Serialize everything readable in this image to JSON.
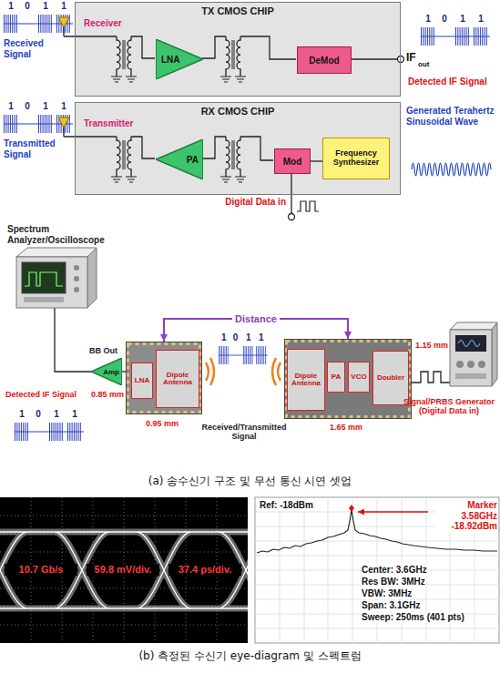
{
  "diagram": {
    "nodes": [
      {
        "text": [
          "TX CMOS CHIP"
        ]
      },
      {
        "text": [
          "LNA"
        ],
        "in": 0
      },
      {
        "text": [
          "DeMod"
        ],
        "in": 0
      },
      {
        "text": [
          "RX CMOS CHIP"
        ]
      },
      {
        "text": [
          "PA"
        ],
        "in": 3
      },
      {
        "text": [
          "Mod"
        ],
        "in": 3
      },
      {
        "text": [
          "Frequency Synthesizer"
        ],
        "in": 3
      },
      {
        "text": [
          "Amp"
        ]
      },
      {
        "text": []
      },
      {
        "text": [
          "LNA"
        ],
        "in": 8
      },
      {
        "text": [
          "Dipole Antenna"
        ],
        "in": 8
      },
      {
        "text": []
      },
      {
        "text": [
          "Dipole Antenna"
        ],
        "in": 11
      },
      {
        "text": [
          "PA"
        ],
        "in": 11
      },
      {
        "text": [
          "VCO"
        ],
        "in": 11
      },
      {
        "text": [
          "Doubler"
        ],
        "in": 11
      }
    ],
    "edges": [
      {
        "from": 6,
        "to": 5,
        "arrow": "none"
      },
      {
        "from": 8,
        "to": 7,
        "arrow": "none"
      },
      {
        "from": 8,
        "to": 11,
        "label": "Distance",
        "arrow": "both"
      }
    ],
    "labels": [
      "1",
      "0",
      "1",
      "1",
      "Received Signal",
      "Receiver",
      "1",
      "0",
      "1",
      "1",
      "IF",
      "out",
      "Detected IF Signal",
      "1",
      "0",
      "1",
      "1",
      "Transmitted Signal",
      "Transmitter",
      "Generated Terahertz Sinusoidal Wave",
      "Digital Data in",
      "Spectrum Analyzer/Oscilloscope",
      "BB Out",
      "1",
      "0",
      "1",
      "1",
      "Detected IF Signal",
      "1",
      "0",
      "1",
      "1",
      "0.85 mm",
      "0.95 mm",
      "Received/Transmitted Signal",
      "1.15 mm",
      "1.65 mm",
      "Signal/PRBS Generator (Digital Data in)",
      "(a) 송수신기 구조 및 무선 통신 시연 셋업",
      "10.7 Gb/s",
      "59.8 mV/div.",
      "37.4 ps/div.",
      "Ref: -18dBm",
      "Marker 3.58GHz -18.92dBm",
      "Center: 3.6GHz",
      "Res BW: 3MHz",
      "VBW: 3MHz",
      "Span: 3.1GHz",
      "Sweep: 250ms (401 pts)",
      "(b) 측정된 수신기 eye-diagram 및 스펙트럼"
    ]
  }
}
